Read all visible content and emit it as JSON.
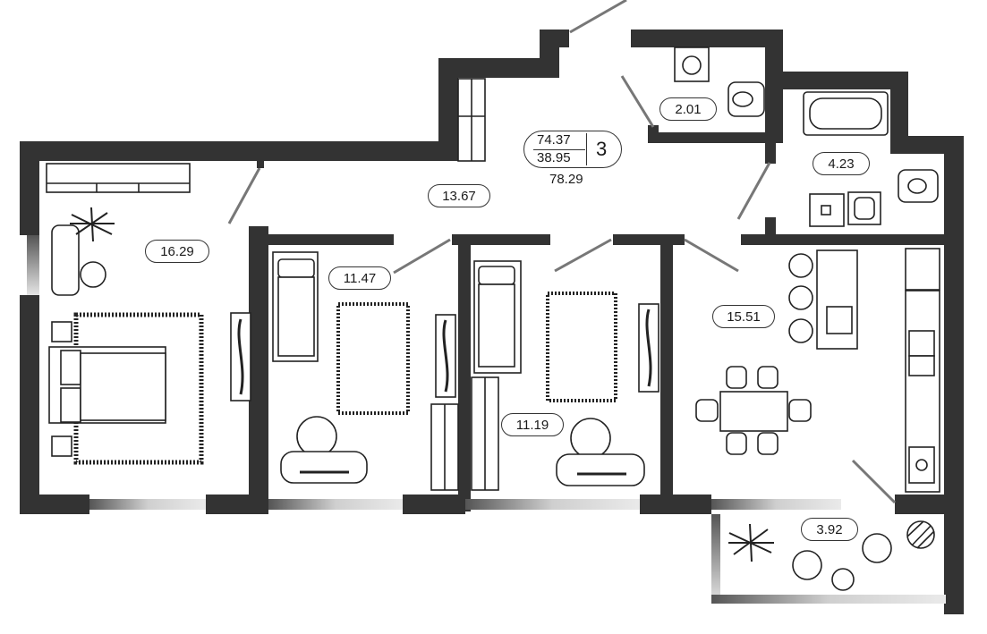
{
  "apartment": {
    "rooms_count": "3",
    "area_primary": "74.37",
    "area_living": "38.95",
    "area_total": "78.29"
  },
  "rooms": [
    {
      "id": "bedroom-master",
      "area": "16.29"
    },
    {
      "id": "hallway",
      "area": "13.67"
    },
    {
      "id": "bedroom-2",
      "area": "11.47"
    },
    {
      "id": "bedroom-3",
      "area": "11.19"
    },
    {
      "id": "kitchen-living",
      "area": "15.51"
    },
    {
      "id": "toilet",
      "area": "2.01"
    },
    {
      "id": "bathroom",
      "area": "4.23"
    },
    {
      "id": "balcony",
      "area": "3.92"
    }
  ],
  "colors": {
    "wall": "#333333",
    "line": "#2b2b2b",
    "window": "#bdbdbd"
  }
}
